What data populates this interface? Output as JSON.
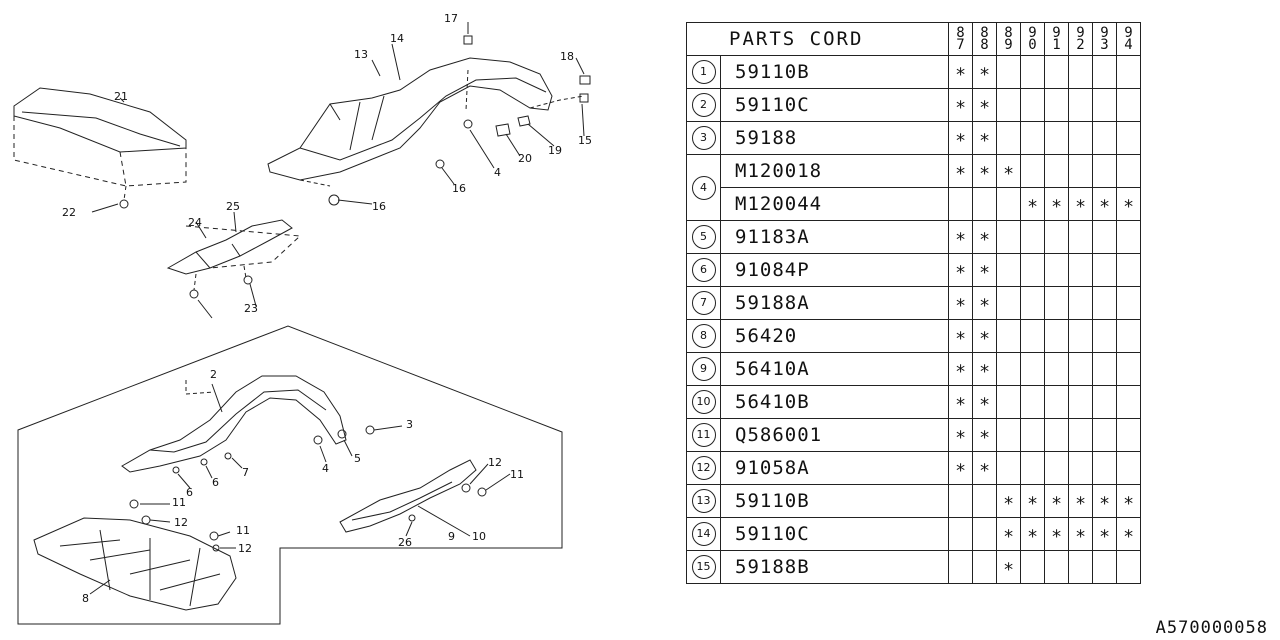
{
  "diagram": {
    "callouts": [
      "21",
      "22",
      "24",
      "25",
      "23",
      "17",
      "14",
      "13",
      "18",
      "15",
      "19",
      "20",
      "4",
      "16",
      "16",
      "2",
      "3",
      "5",
      "4",
      "7",
      "6",
      "6",
      "12",
      "11",
      "11",
      "12",
      "11",
      "12",
      "10",
      "9",
      "26",
      "8"
    ]
  },
  "table": {
    "header_title": "PARTS CORD",
    "year_columns": [
      {
        "top": "8",
        "bottom": "7"
      },
      {
        "top": "8",
        "bottom": "8"
      },
      {
        "top": "8",
        "bottom": "9"
      },
      {
        "top": "9",
        "bottom": "0"
      },
      {
        "top": "9",
        "bottom": "1"
      },
      {
        "top": "9",
        "bottom": "2"
      },
      {
        "top": "9",
        "bottom": "3"
      },
      {
        "top": "9",
        "bottom": "4"
      }
    ],
    "mark_symbol": "∗",
    "rows": [
      {
        "ref": "1",
        "code": "59110B",
        "years": [
          1,
          1,
          0,
          0,
          0,
          0,
          0,
          0
        ]
      },
      {
        "ref": "2",
        "code": "59110C",
        "years": [
          1,
          1,
          0,
          0,
          0,
          0,
          0,
          0
        ]
      },
      {
        "ref": "3",
        "code": "59188",
        "years": [
          1,
          1,
          0,
          0,
          0,
          0,
          0,
          0
        ]
      },
      {
        "ref": "4",
        "code": "M120018",
        "years": [
          1,
          1,
          1,
          0,
          0,
          0,
          0,
          0
        ]
      },
      {
        "ref": "",
        "code": "M120044",
        "years": [
          0,
          0,
          0,
          1,
          1,
          1,
          1,
          1
        ]
      },
      {
        "ref": "5",
        "code": "91183A",
        "years": [
          1,
          1,
          0,
          0,
          0,
          0,
          0,
          0
        ]
      },
      {
        "ref": "6",
        "code": "91084P",
        "years": [
          1,
          1,
          0,
          0,
          0,
          0,
          0,
          0
        ]
      },
      {
        "ref": "7",
        "code": "59188A",
        "years": [
          1,
          1,
          0,
          0,
          0,
          0,
          0,
          0
        ]
      },
      {
        "ref": "8",
        "code": "56420",
        "years": [
          1,
          1,
          0,
          0,
          0,
          0,
          0,
          0
        ]
      },
      {
        "ref": "9",
        "code": "56410A",
        "years": [
          1,
          1,
          0,
          0,
          0,
          0,
          0,
          0
        ]
      },
      {
        "ref": "10",
        "code": "56410B",
        "years": [
          1,
          1,
          0,
          0,
          0,
          0,
          0,
          0
        ]
      },
      {
        "ref": "11",
        "code": "Q586001",
        "years": [
          1,
          1,
          0,
          0,
          0,
          0,
          0,
          0
        ]
      },
      {
        "ref": "12",
        "code": "91058A",
        "years": [
          1,
          1,
          0,
          0,
          0,
          0,
          0,
          0
        ]
      },
      {
        "ref": "13",
        "code": "59110B",
        "years": [
          0,
          0,
          1,
          1,
          1,
          1,
          1,
          1
        ]
      },
      {
        "ref": "14",
        "code": "59110C",
        "years": [
          0,
          0,
          1,
          1,
          1,
          1,
          1,
          1
        ]
      },
      {
        "ref": "15",
        "code": "59188B",
        "years": [
          0,
          0,
          1,
          0,
          0,
          0,
          0,
          0
        ]
      }
    ]
  },
  "figure_id": "A570000058"
}
